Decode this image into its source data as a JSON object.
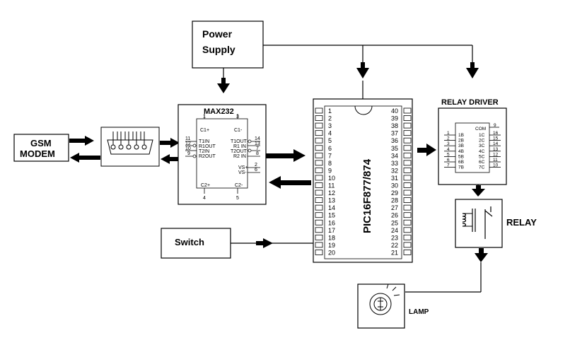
{
  "blocks": {
    "power_supply": {
      "line1": "Power",
      "line2": "Supply"
    },
    "gsm_modem": {
      "line1": "GSM",
      "line2": "MODEM"
    },
    "max232": {
      "title": "MAX232",
      "top_pins": [
        "1",
        "3"
      ],
      "top_labels": [
        "C1+",
        "C1-"
      ],
      "left_pins": [
        "11",
        "12",
        "10",
        "9"
      ],
      "left_labels": [
        "T1IN",
        "R1OUT",
        "T2IN",
        "R2OUT"
      ],
      "right_pins": [
        "14",
        "13",
        "7",
        "8"
      ],
      "right_labels": [
        "T1OUT",
        "R1 IN",
        "T2OUT",
        "R2 IN"
      ],
      "vs_pins": [
        "2",
        "6"
      ],
      "vs_labels": [
        "VS+",
        "VS-"
      ],
      "bottom_labels": [
        "C2+",
        "C2-"
      ],
      "bottom_pins": [
        "4",
        "5"
      ]
    },
    "mcu": {
      "label": "PIC16F877/874",
      "left_pins": [
        "1",
        "2",
        "3",
        "4",
        "5",
        "6",
        "7",
        "8",
        "9",
        "10",
        "11",
        "12",
        "13",
        "14",
        "15",
        "16",
        "17",
        "18",
        "19",
        "20"
      ],
      "right_pins": [
        "40",
        "39",
        "38",
        "37",
        "36",
        "35",
        "34",
        "33",
        "32",
        "31",
        "30",
        "29",
        "28",
        "27",
        "26",
        "25",
        "24",
        "23",
        "22",
        "21"
      ]
    },
    "relay_driver": {
      "title": "RELAY DRIVER",
      "com": "COM",
      "com_pin": "9",
      "left_pins": [
        "1",
        "2",
        "3",
        "4",
        "5",
        "6",
        "7"
      ],
      "left_labels": [
        "1B",
        "2B",
        "3B",
        "4B",
        "5B",
        "6B",
        "7B"
      ],
      "right_labels": [
        "1C",
        "2C",
        "3C",
        "4C",
        "5C",
        "6C",
        "7C"
      ],
      "right_pins": [
        "16",
        "15",
        "14",
        "13",
        "12",
        "11",
        "10"
      ]
    },
    "relay": {
      "label": "RELAY"
    },
    "switch": {
      "label": "Switch"
    },
    "lamp": {
      "label": "LAMP"
    }
  },
  "colors": {
    "line": "#000000",
    "background": "#ffffff"
  }
}
